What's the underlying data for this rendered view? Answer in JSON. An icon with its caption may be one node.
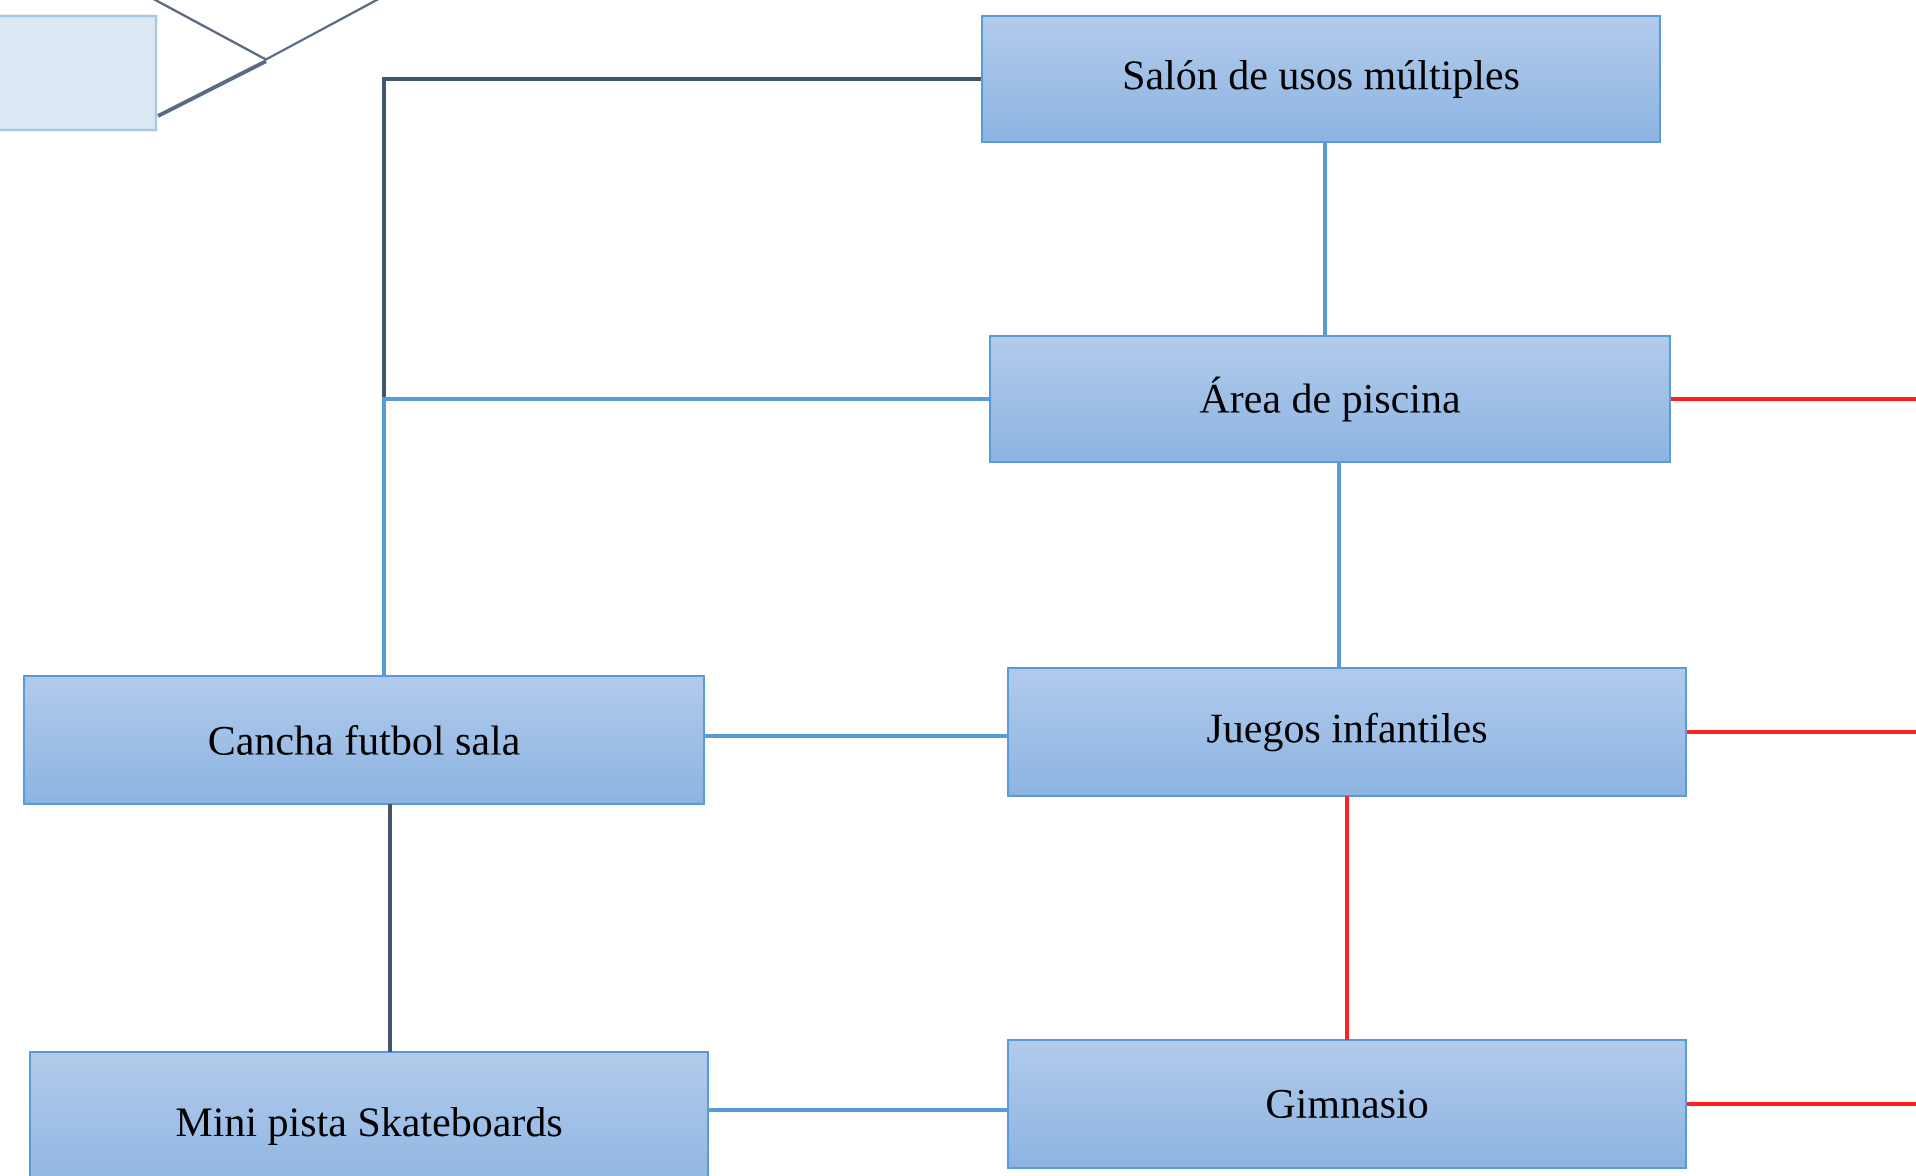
{
  "diagram": {
    "nodes": [
      {
        "text": [],
        "shape": "box"
      },
      {
        "text": [],
        "shape": "diamond"
      },
      {
        "text": [
          "Salón de usos múltiples"
        ]
      },
      {
        "text": [
          "Área de piscina"
        ]
      },
      {
        "text": [
          "Cancha futbol sala"
        ]
      },
      {
        "text": [
          "Juegos infantiles"
        ]
      },
      {
        "text": [
          "Mini pista Skateboards"
        ]
      },
      {
        "text": [
          "Gimnasio"
        ]
      }
    ],
    "edges": [
      {
        "from": 1,
        "to": 0,
        "arrow": "none",
        "color": "#5a6a80"
      },
      {
        "from": 2,
        "to": 4,
        "arrow": "none",
        "color": "#44546a"
      },
      {
        "from": 3,
        "to": 4,
        "arrow": "none"
      },
      {
        "from": 2,
        "to": 3,
        "arrow": "none"
      },
      {
        "from": 3,
        "to": 5,
        "arrow": "none"
      },
      {
        "from": 4,
        "to": 5,
        "arrow": "none"
      },
      {
        "from": 4,
        "to": 6,
        "arrow": "none",
        "color": "#44546a"
      },
      {
        "from": 5,
        "to": 7,
        "arrow": "none",
        "color": "#ff2020"
      },
      {
        "from": 6,
        "to": 7,
        "arrow": "none"
      },
      {
        "from": 3,
        "to": null,
        "arrow": "none",
        "color": "#ff2020"
      },
      {
        "from": 5,
        "to": null,
        "arrow": "none",
        "color": "#ff2020"
      },
      {
        "from": 7,
        "to": null,
        "arrow": "none",
        "color": "#ff2020"
      }
    ]
  }
}
